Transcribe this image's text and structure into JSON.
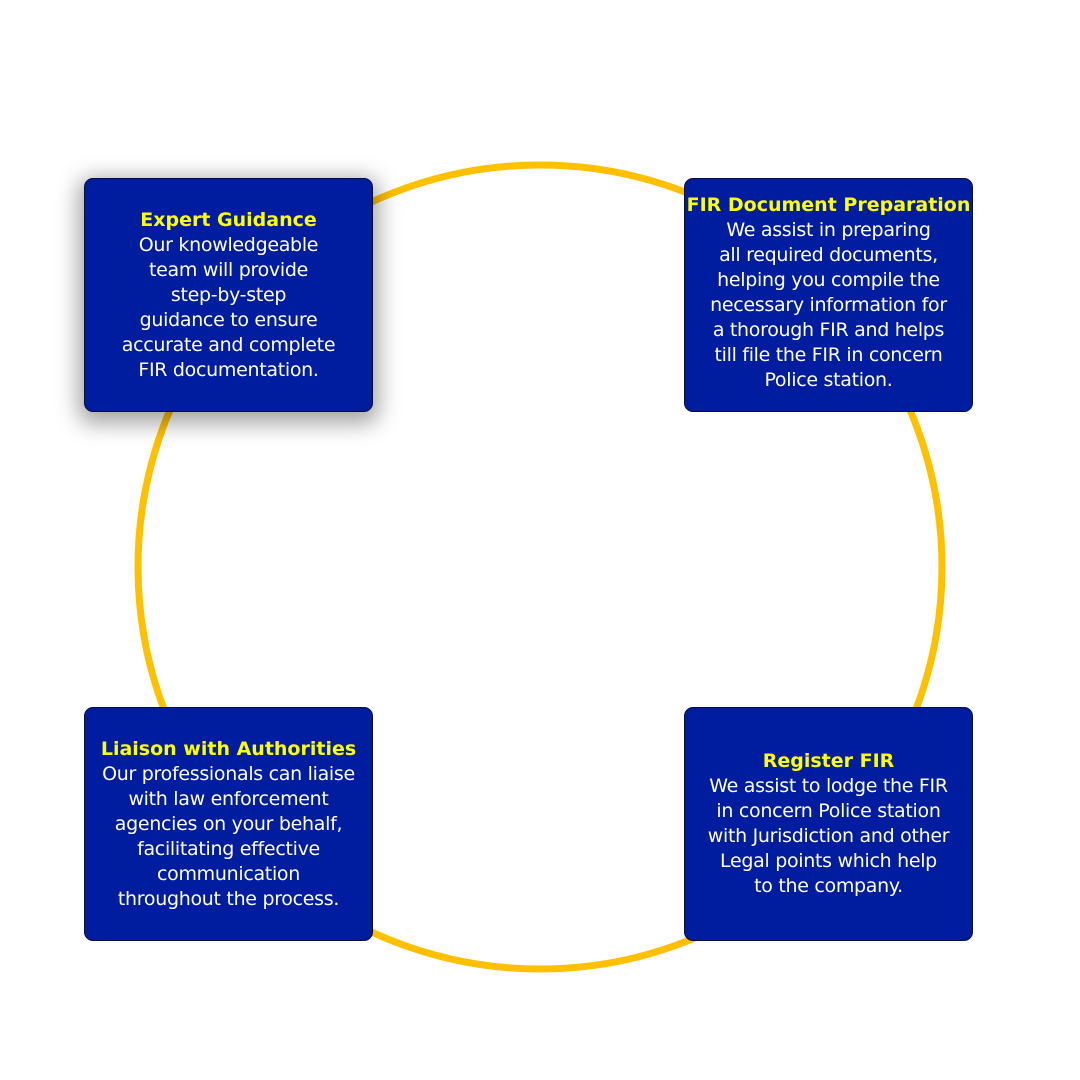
{
  "colors": {
    "ring": "#FFC000",
    "box": "#001C9F",
    "title": "#FFFF00",
    "text": "#FFFFFF"
  },
  "boxes": [
    {
      "title": "Expert Guidance",
      "lines": [
        "Our knowledgeable",
        "team will provide",
        "step-by-step",
        "guidance to ensure",
        "accurate and complete",
        "FIR documentation."
      ]
    },
    {
      "title": "FIR Document Preparation",
      "lines": [
        "We assist in preparing",
        "all required documents,",
        "helping you compile the",
        "necessary information for",
        "a thorough FIR and helps",
        "till file the FIR in concern",
        "Police station."
      ]
    },
    {
      "title": "Liaison with Authorities",
      "lines": [
        "Our professionals can liaise",
        "with law enforcement",
        "agencies on your behalf,",
        "facilitating effective",
        "communication",
        "throughout the process."
      ]
    },
    {
      "title": "Register FIR",
      "lines": [
        "We assist to lodge the FIR",
        "in concern Police station",
        "with Jurisdiction and other",
        "Legal points which help",
        "to the company."
      ]
    }
  ]
}
